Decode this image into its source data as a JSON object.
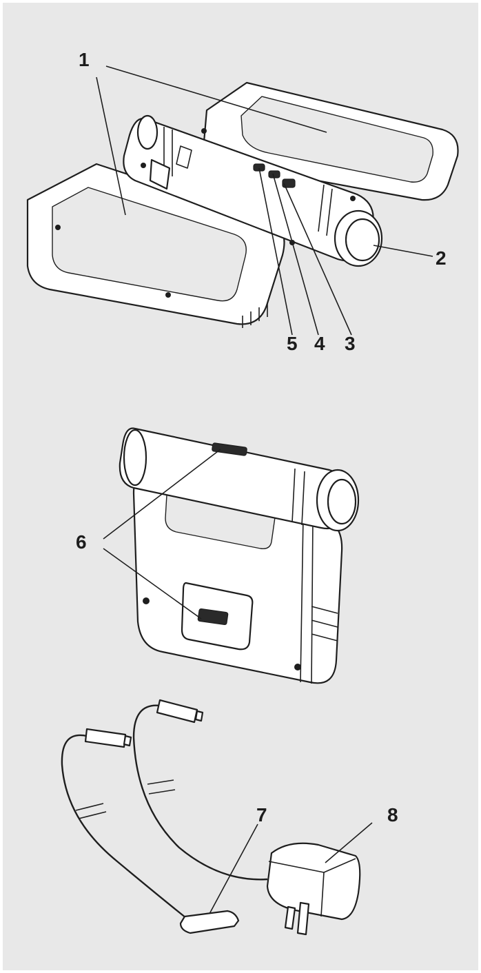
{
  "callouts": {
    "c1": "1",
    "c2": "2",
    "c3": "3",
    "c4": "4",
    "c5": "5",
    "c6": "6",
    "c7": "7",
    "c8": "8"
  },
  "colors": {
    "background": "#e8e8e8",
    "ink": "#1e1e1e",
    "fill": "#ffffff"
  }
}
